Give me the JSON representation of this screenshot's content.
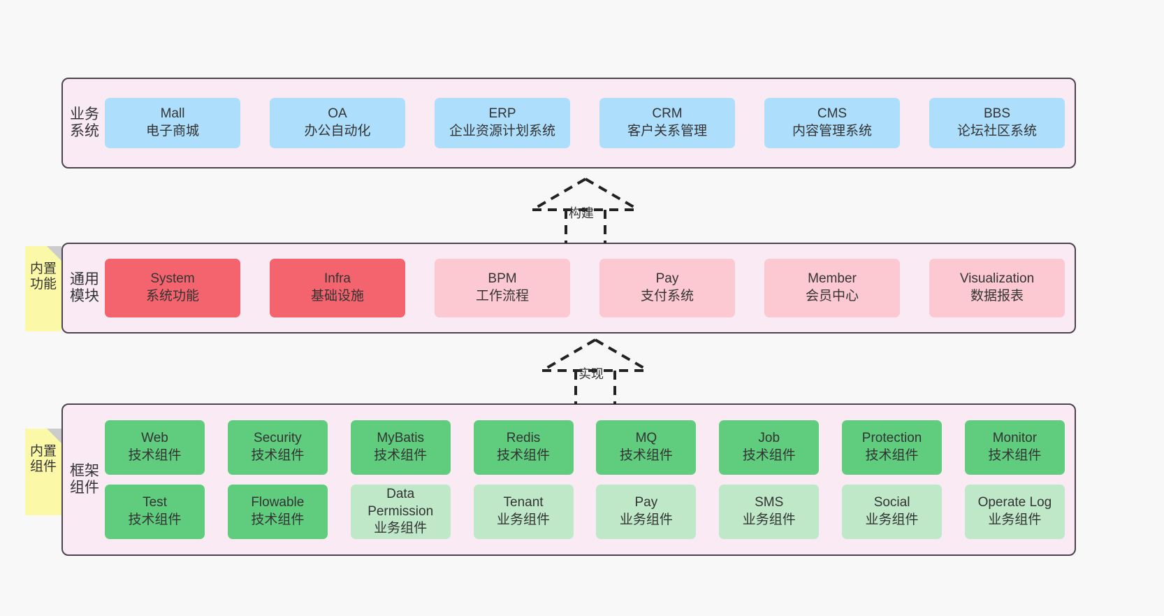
{
  "diagram": {
    "background_color": "#f8f8f8",
    "layer_fill": "#f9eaf4",
    "layer_border": "#4a4450"
  },
  "notes": [
    {
      "label": "内置功能",
      "color": "#fbf8a8"
    },
    {
      "label": "内置组件",
      "color": "#fbf8a8"
    }
  ],
  "connectors": [
    {
      "label": "构建",
      "style": "dashed-generalization"
    },
    {
      "label": "实现",
      "style": "dashed-generalization"
    }
  ],
  "layers": [
    {
      "title": "业务系统",
      "color": "#addefc",
      "rows": [
        [
          {
            "name": "Mall",
            "desc": "电子商城",
            "variant": "blue"
          },
          {
            "name": "OA",
            "desc": "办公自动化",
            "variant": "blue"
          },
          {
            "name": "ERP",
            "desc": "企业资源计划系统",
            "variant": "blue"
          },
          {
            "name": "CRM",
            "desc": "客户关系管理",
            "variant": "blue"
          },
          {
            "name": "CMS",
            "desc": "内容管理系统",
            "variant": "blue"
          },
          {
            "name": "BBS",
            "desc": "论坛社区系统",
            "variant": "blue"
          }
        ]
      ]
    },
    {
      "title": "通用模块",
      "color": "#f4646e",
      "rows": [
        [
          {
            "name": "System",
            "desc": "系统功能",
            "variant": "strong"
          },
          {
            "name": "Infra",
            "desc": "基础设施",
            "variant": "strong"
          },
          {
            "name": "BPM",
            "desc": "工作流程",
            "variant": "soft"
          },
          {
            "name": "Pay",
            "desc": "支付系统",
            "variant": "soft"
          },
          {
            "name": "Member",
            "desc": "会员中心",
            "variant": "soft"
          },
          {
            "name": "Visualization",
            "desc": "数据报表",
            "variant": "soft"
          }
        ]
      ]
    },
    {
      "title": "框架组件",
      "color": "#5fcc7e",
      "rows": [
        [
          {
            "name": "Web",
            "desc": "技术组件",
            "variant": "tech"
          },
          {
            "name": "Security",
            "desc": "技术组件",
            "variant": "tech"
          },
          {
            "name": "MyBatis",
            "desc": "技术组件",
            "variant": "tech"
          },
          {
            "name": "Redis",
            "desc": "技术组件",
            "variant": "tech"
          },
          {
            "name": "MQ",
            "desc": "技术组件",
            "variant": "tech"
          },
          {
            "name": "Job",
            "desc": "技术组件",
            "variant": "tech"
          },
          {
            "name": "Protection",
            "desc": "技术组件",
            "variant": "tech"
          },
          {
            "name": "Monitor",
            "desc": "技术组件",
            "variant": "tech"
          }
        ],
        [
          {
            "name": "Test",
            "desc": "技术组件",
            "variant": "tech"
          },
          {
            "name": "Flowable",
            "desc": "技术组件",
            "variant": "tech"
          },
          {
            "name": "Data Permission",
            "desc": "业务组件",
            "variant": "biz"
          },
          {
            "name": "Tenant",
            "desc": "业务组件",
            "variant": "biz"
          },
          {
            "name": "Pay",
            "desc": "业务组件",
            "variant": "biz"
          },
          {
            "name": "SMS",
            "desc": "业务组件",
            "variant": "biz"
          },
          {
            "name": "Social",
            "desc": "业务组件",
            "variant": "biz"
          },
          {
            "name": "Operate Log",
            "desc": "业务组件",
            "variant": "biz"
          }
        ]
      ]
    }
  ]
}
